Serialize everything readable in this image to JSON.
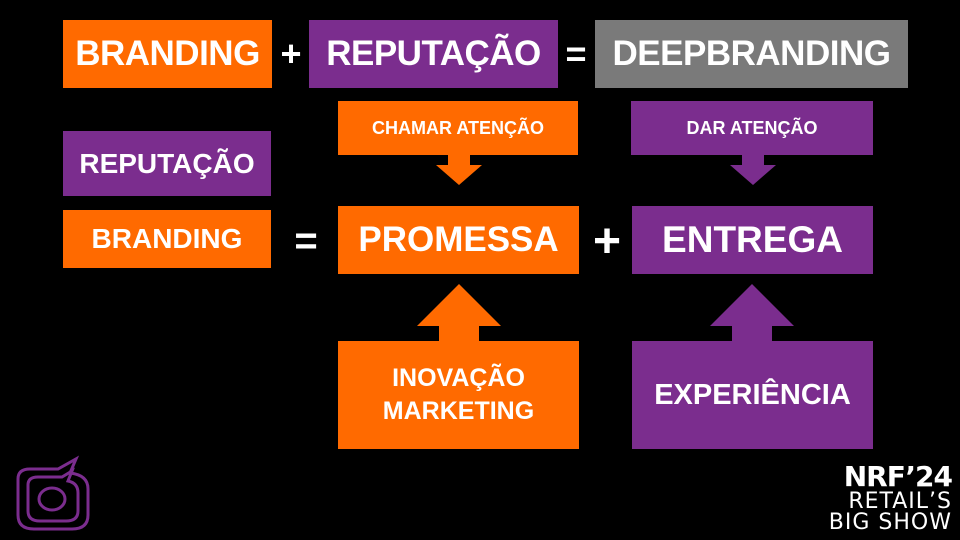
{
  "header": {
    "term1": "BRANDING",
    "plus": "+",
    "term2": "REPUTAÇÃO",
    "equals": "=",
    "result": "DEEPBRANDING"
  },
  "labels": {
    "reputacao": "REPUTAÇÃO",
    "branding": "BRANDING",
    "equals": "=",
    "plus": "+"
  },
  "top_boxes": {
    "chamar": "CHAMAR ATENÇÃO",
    "dar": "DAR ATENÇÃO"
  },
  "middle_boxes": {
    "promessa": "PROMESSA",
    "entrega": "ENTREGA"
  },
  "bottom_boxes": {
    "inovacao_line1": "INOVAÇÃO",
    "inovacao_line2": "MARKETING",
    "experiencia": "EXPERIÊNCIA"
  },
  "brand": {
    "nrf_line1": "NRF’24",
    "nrf_line2": "RETAIL’S",
    "nrf_line3": "BIG SHOW"
  },
  "colors": {
    "orange": "#ff6a00",
    "purple": "#7b2d8e",
    "gray": "#7a7a7a",
    "background": "#000000"
  },
  "icons": {
    "logo": "speech-bubble-logo-icon"
  }
}
